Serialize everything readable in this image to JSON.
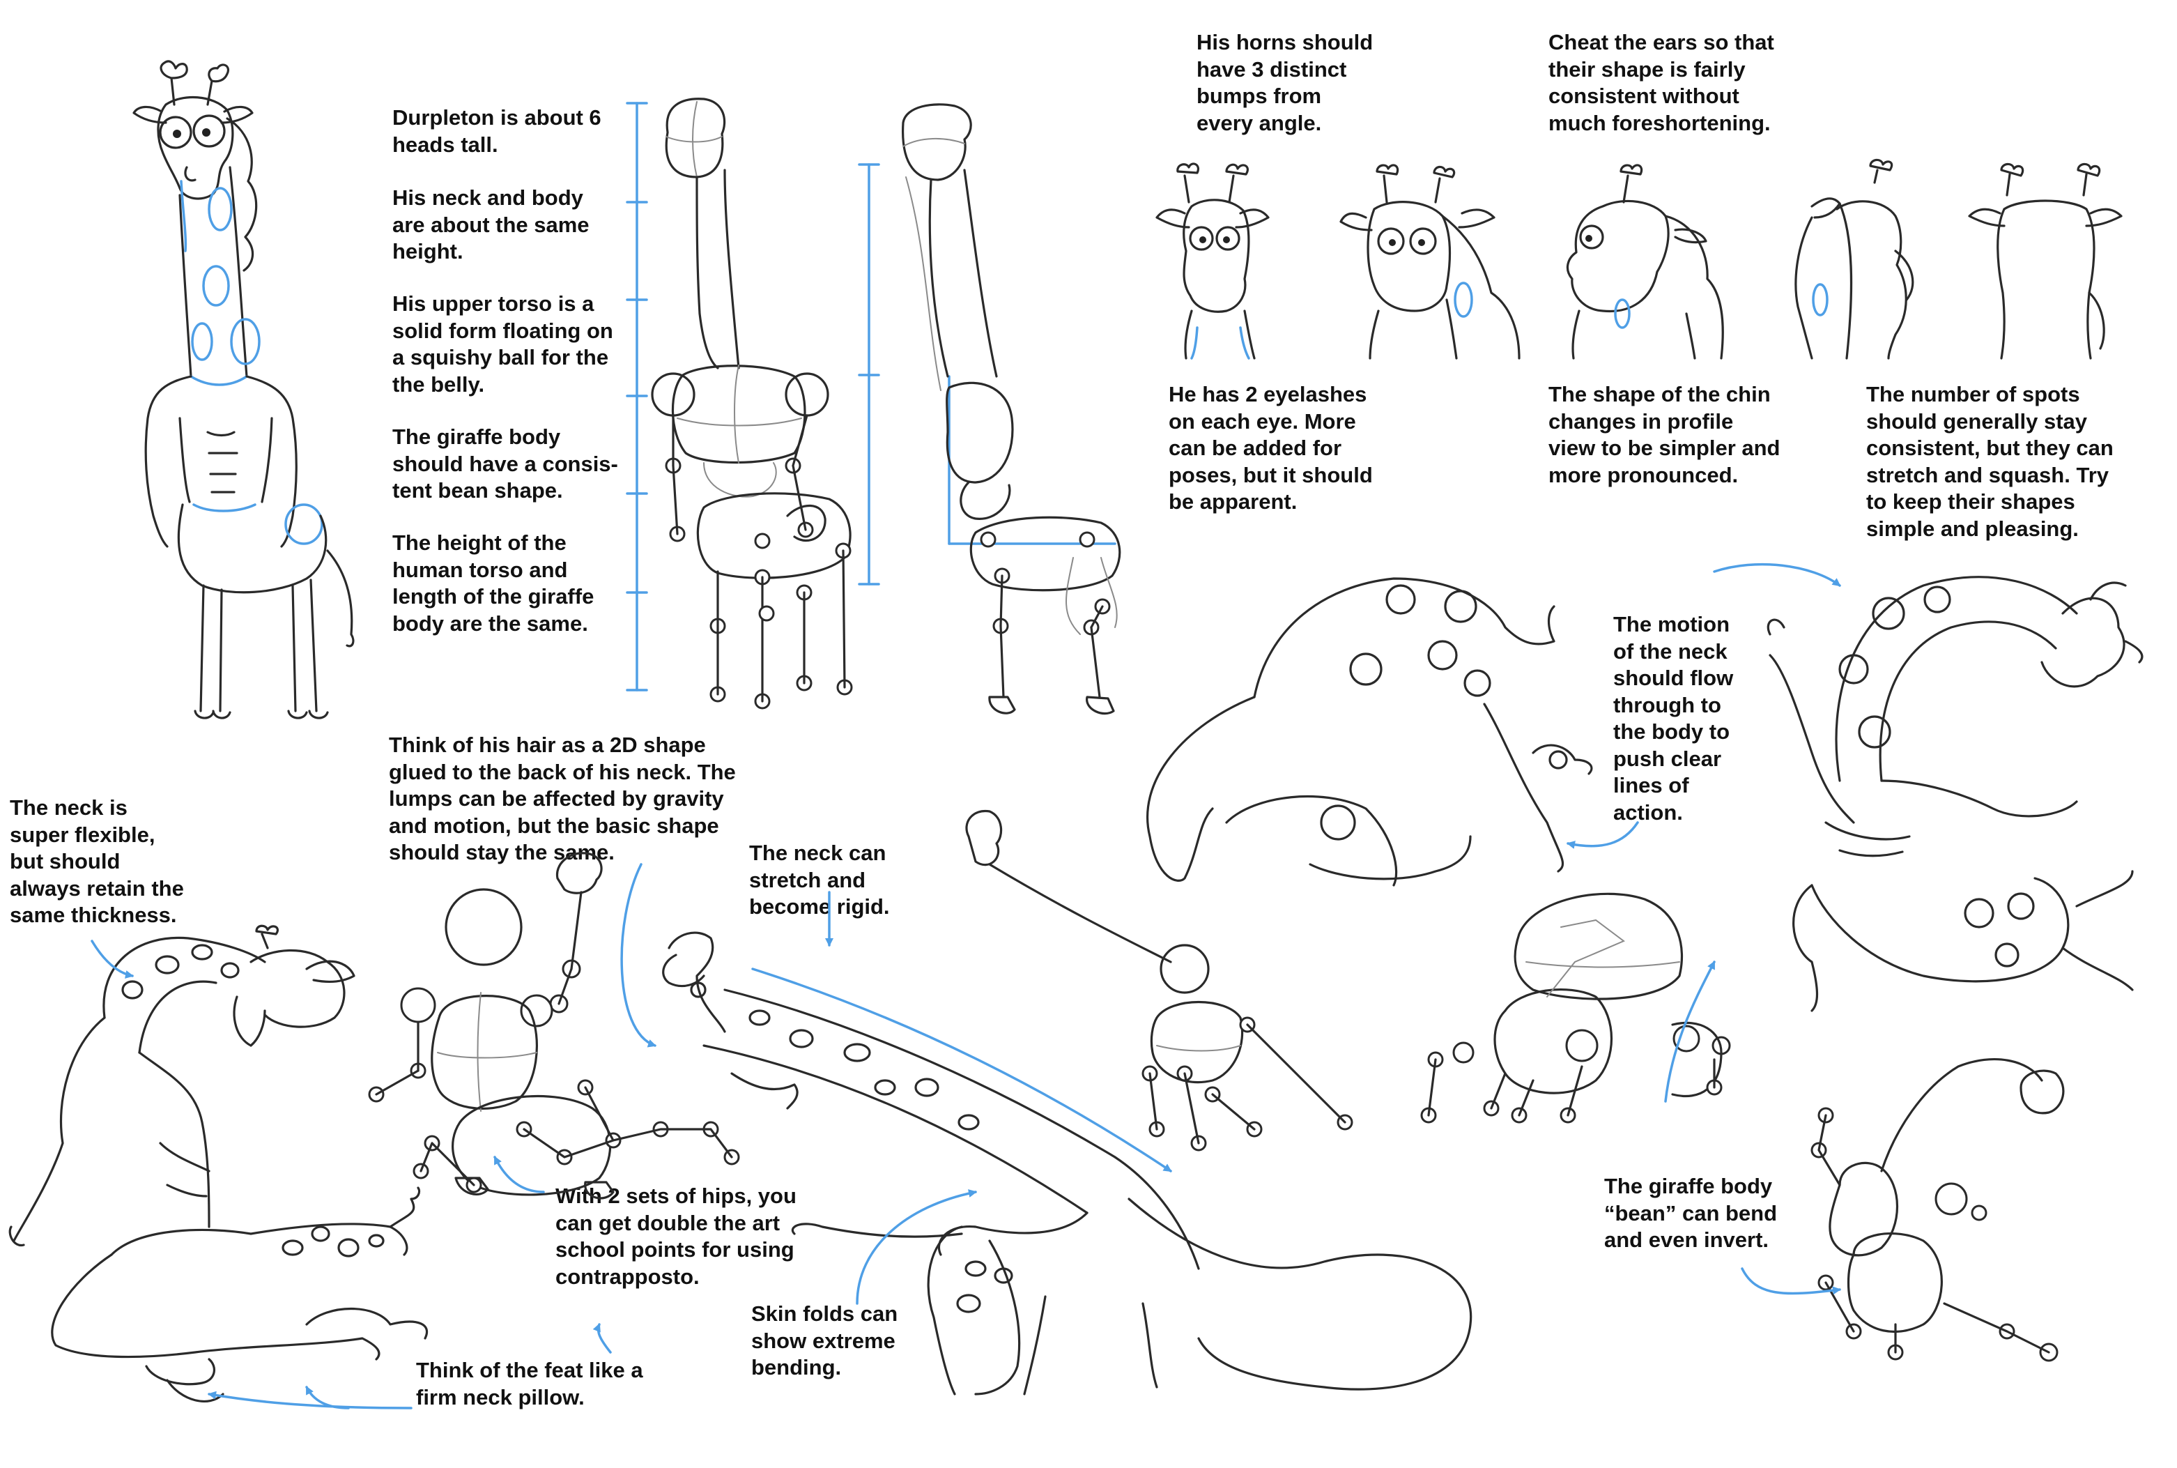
{
  "palette": {
    "ink": "#2a2a2a",
    "guide_blue": "#4f9fe6",
    "paper": "#ffffff",
    "text": "#111111"
  },
  "notes": {
    "heads_tall": "Durpleton is about 6\nheads tall.",
    "neck_body": "His neck and body\nare about the same\nheight.",
    "upper_torso": "His upper torso is a\nsolid form floating on\na squishy ball for the\nthe belly.",
    "bean_shape": "The giraffe body\nshould have a consis-\ntent bean shape.",
    "torso_height": "The height of the\nhuman torso and\nlength of the giraffe\nbody are the same.",
    "horns": "His horns should\nhave 3 distinct\nbumps from\nevery angle.",
    "ears": "Cheat the ears so that\ntheir shape is fairly\nconsistent without\nmuch foreshortening.",
    "eyelashes": "He has 2 eyelashes\non each eye. More\ncan be added for\nposes, but it should\nbe apparent.",
    "chin": "The shape of the chin\nchanges in profile\nview to be simpler and\nmore pronounced.",
    "spots": "The number of spots\nshould generally stay\nconsistent, but they can\nstretch and squash. Try\nto keep their shapes\nsimple and pleasing.",
    "neck_motion": "The motion\nof the neck\nshould flow\nthrough to\nthe body to\npush clear\nlines of\naction.",
    "hair": "Think of his hair as a 2D shape\nglued to the back of his neck. The\nlumps can be affected by gravity\nand motion, but the basic shape\nshould stay the same.",
    "neck_flexible": "The neck is\nsuper flexible,\nbut should\nalways retain the\nsame thickness.",
    "neck_stretch": "The neck can\nstretch and\nbecome rigid.",
    "hips": "With 2 sets of hips, you\ncan get double the art\nschool points for using\ncontrapposto.",
    "skin_folds": "Skin folds can\nshow extreme\nbending.",
    "feet": "Think of the feat like a\nfirm neck pillow.",
    "body_bean": "The giraffe body\n“bean” can bend\nand even invert."
  }
}
